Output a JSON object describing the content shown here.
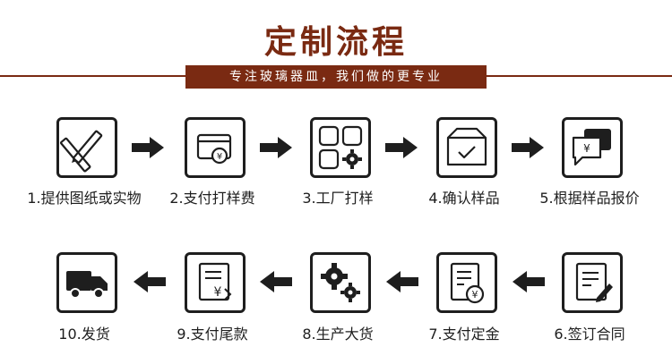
{
  "header": {
    "title": "定制流程",
    "subtitle": "专注玻璃器皿，我们做的更专业"
  },
  "steps": [
    {
      "label": "1.提供图纸或实物",
      "icon": "pencil-ruler-icon"
    },
    {
      "label": "2.支付打样费",
      "icon": "payment-card-icon"
    },
    {
      "label": "3.工厂打样",
      "icon": "factory-grid-gear-icon"
    },
    {
      "label": "4.确认样品",
      "icon": "sample-box-check-icon"
    },
    {
      "label": "5.根据样品报价",
      "icon": "quote-chat-icon"
    },
    {
      "label": "6.签订合同",
      "icon": "sign-contract-icon"
    },
    {
      "label": "7.支付定金",
      "icon": "deposit-document-icon"
    },
    {
      "label": "8.生产大货",
      "icon": "production-gears-icon"
    },
    {
      "label": "9.支付尾款",
      "icon": "final-payment-document-icon"
    },
    {
      "label": "10.发货",
      "icon": "delivery-truck-icon"
    }
  ],
  "colors": {
    "accent": "#7a2a12",
    "ink": "#1e1e1e"
  }
}
